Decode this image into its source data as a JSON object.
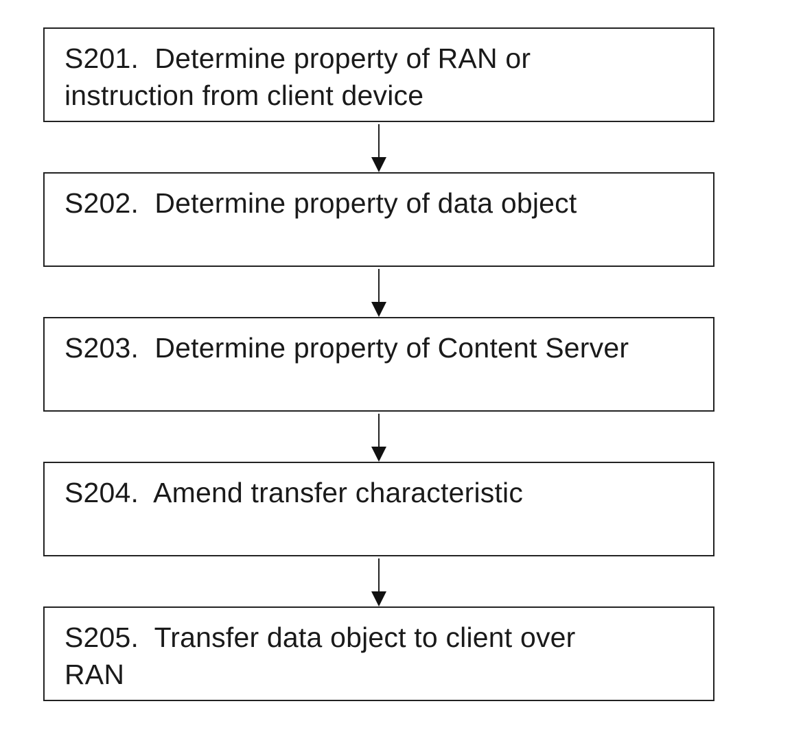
{
  "steps": [
    {
      "id": "S201",
      "text": "S201.  Determine property of RAN or\ninstruction from client device"
    },
    {
      "id": "S202",
      "text": "S202.  Determine property of data object"
    },
    {
      "id": "S203",
      "text": "S203.  Determine property of Content Server"
    },
    {
      "id": "S204",
      "text": "S204.  Amend transfer characteristic"
    },
    {
      "id": "S205",
      "text": "S205.  Transfer data object to client over\nRAN"
    }
  ],
  "colors": {
    "border": "#222222",
    "text": "#1a1a1a",
    "background": "#ffffff"
  }
}
